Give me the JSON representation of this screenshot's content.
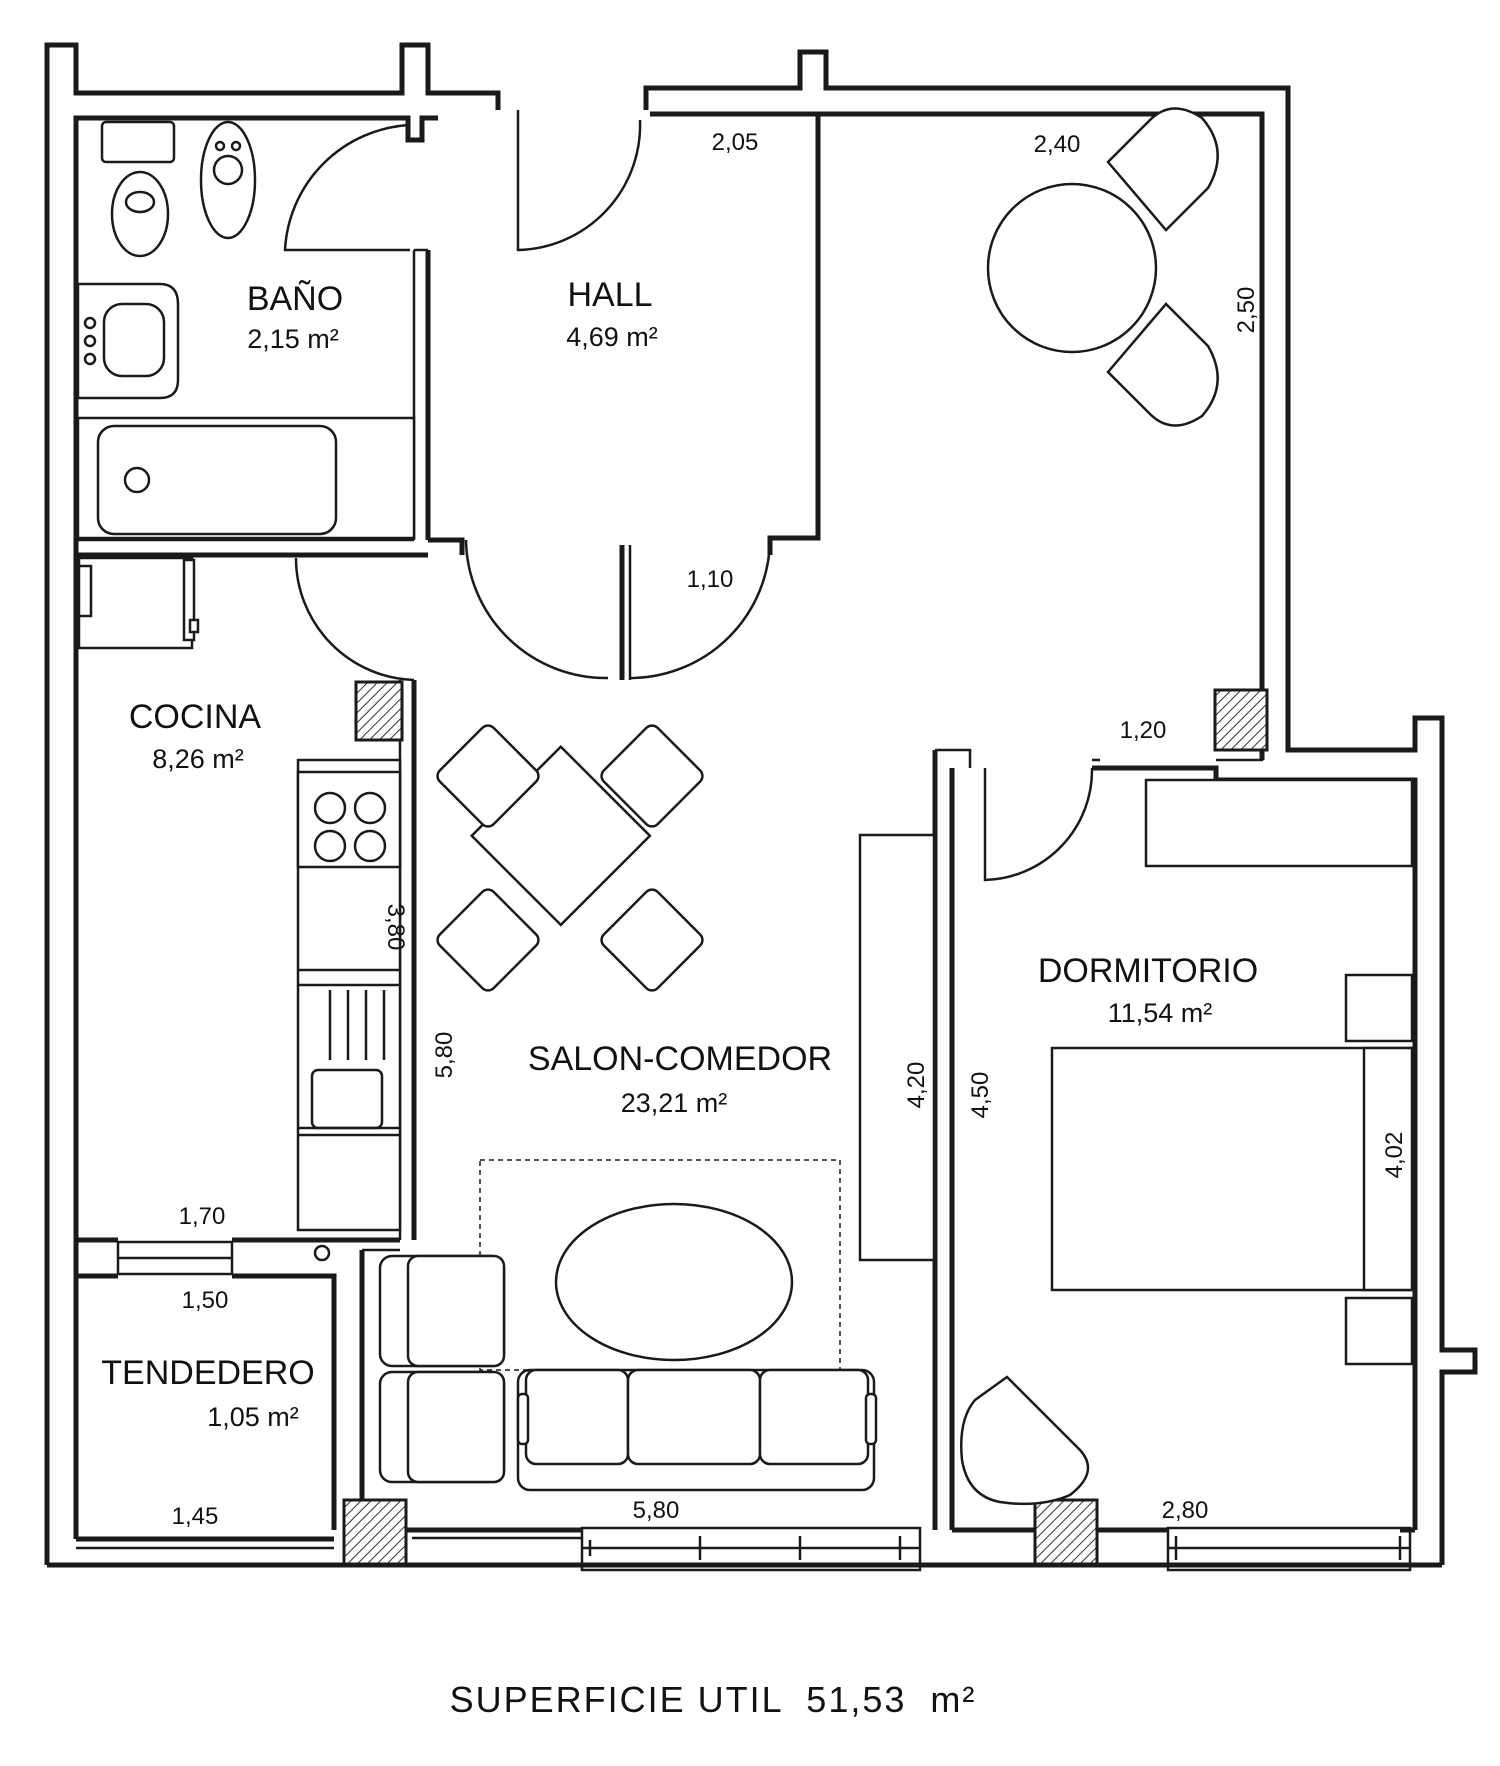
{
  "rooms": {
    "bano": {
      "name": "BAÑO",
      "area": "2,15 m²"
    },
    "hall": {
      "name": "HALL",
      "area": "4,69 m²"
    },
    "cocina": {
      "name": "COCINA",
      "area": "8,26 m²"
    },
    "salon": {
      "name": "SALON-COMEDOR",
      "area": "23,21 m²"
    },
    "dormitorio": {
      "name": "DORMITORIO",
      "area": "11,54 m²"
    },
    "tendedero": {
      "name": "TENDEDERO",
      "area": "1,05 m²"
    }
  },
  "dimensions": {
    "hall_width": "2,05",
    "terrace_width": "2,40",
    "terrace_depth": "2,50",
    "hall_door": "1,10",
    "dorm_entry": "1,20",
    "kitchen_counter": "3,80",
    "salon_depth": "5,80",
    "wardrobe_length": "4,20",
    "dorm_depth": "4,50",
    "bed_length": "4,02",
    "kitchen_width": "1,70",
    "tendedero_top": "1,50",
    "tendedero_bottom": "1,45",
    "salon_width": "5,80",
    "dorm_width": "2,80"
  },
  "footer": {
    "total_area": "SUPERFICIE UTIL  51,53  m²"
  }
}
